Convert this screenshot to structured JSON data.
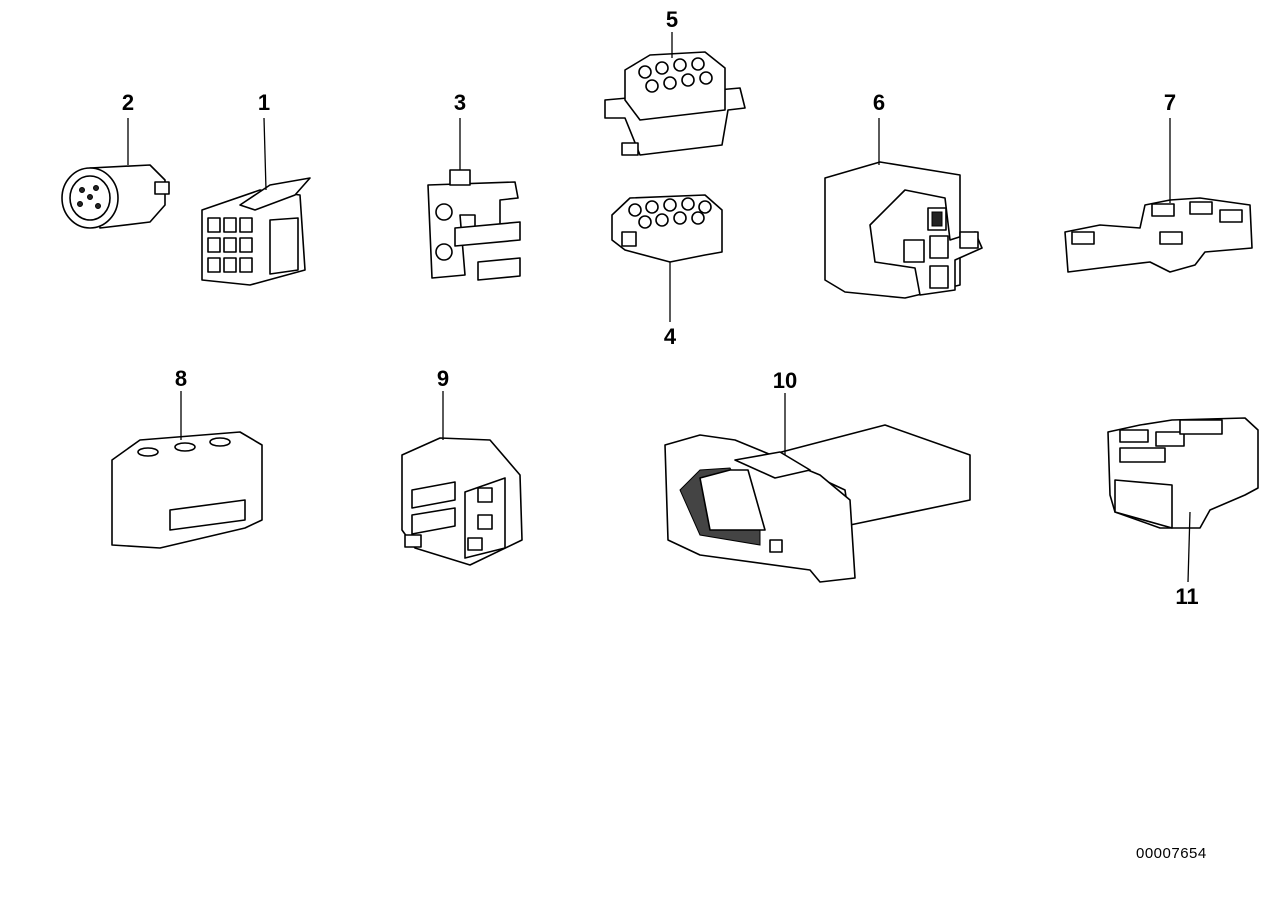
{
  "diagram": {
    "callouts": [
      "1",
      "2",
      "3",
      "4",
      "5",
      "6",
      "7",
      "8",
      "9",
      "10",
      "11"
    ],
    "reference_number": "00007654",
    "colors": {
      "line": "#000000",
      "background": "#ffffff"
    }
  }
}
